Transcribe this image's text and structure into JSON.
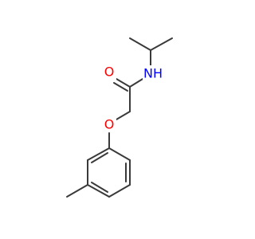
{
  "molecule": {
    "atoms": [
      {
        "id": "o_carbonyl",
        "label": "O",
        "color": "#ff0000"
      },
      {
        "id": "n_amide",
        "label": "NH",
        "color": "#0000ff"
      },
      {
        "id": "o_ether",
        "label": "O",
        "color": "#ff0000"
      }
    ],
    "bond_color": "#3a3a3a",
    "background": "#ffffff"
  }
}
